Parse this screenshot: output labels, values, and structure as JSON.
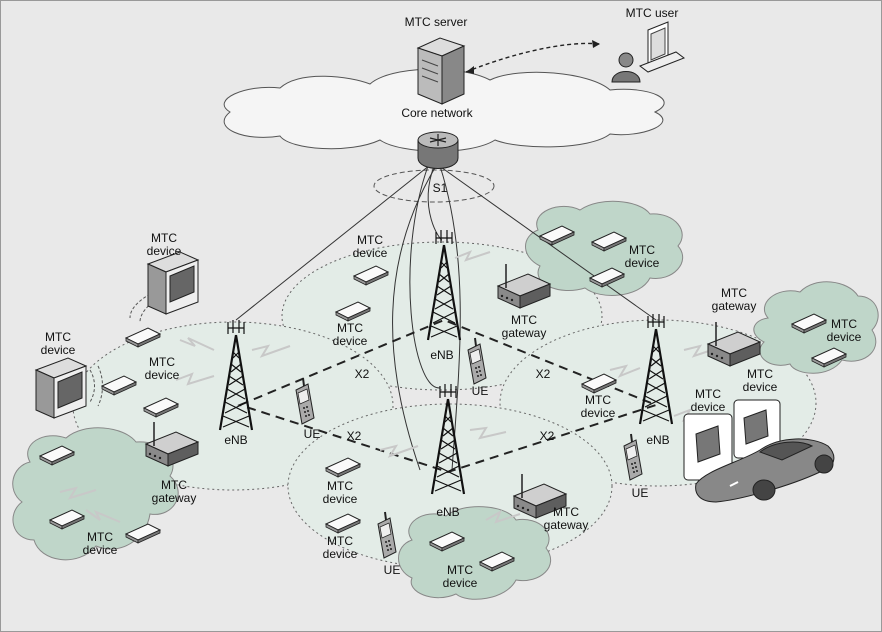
{
  "labels": {
    "mtc_server": "MTC server",
    "mtc_user": "MTC user",
    "core_network": "Core network",
    "s1": "S1",
    "enb": "eNB",
    "ue": "UE",
    "x2": "X2",
    "mtc": "MTC",
    "device": "device",
    "gateway": "gateway"
  },
  "colors": {
    "background": "#e9e9e9",
    "cell_fill": "#e3ece7",
    "cloud_green": "#bfd6c9",
    "cloud_white": "#f5f5f5",
    "line": "#222222"
  }
}
